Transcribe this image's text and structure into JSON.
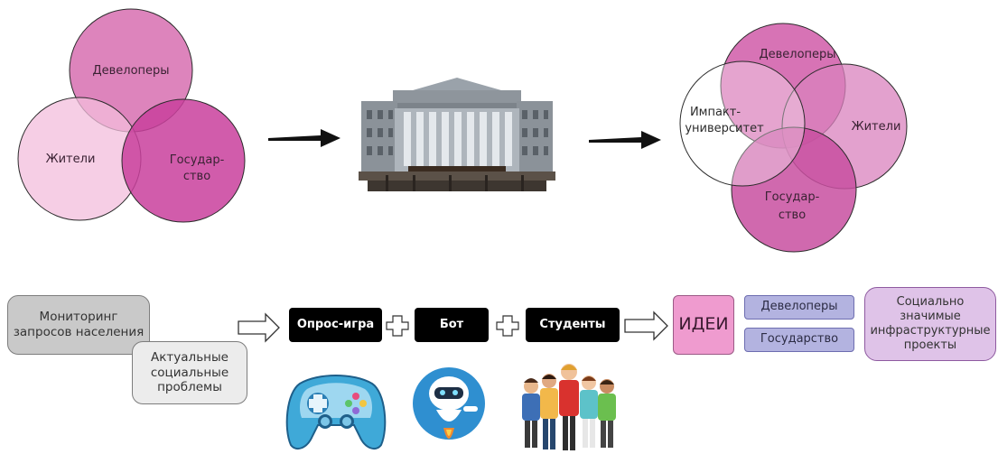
{
  "venn_left": {
    "developers": "Девелоперы",
    "residents": "Жители",
    "state_line1": "Государ-",
    "state_line2": "ство"
  },
  "venn_right": {
    "developers": "Девелоперы",
    "university_line1": "Импакт-",
    "university_line2": "университет",
    "residents": "Жители",
    "state_line1": "Государ-",
    "state_line2": "ство"
  },
  "flow": {
    "monitoring_line1": "Мониторинг",
    "monitoring_line2": "запросов населения",
    "problems_line1": "Актуальные",
    "problems_line2": "социальные",
    "problems_line3": "проблемы",
    "survey_game": "Опрос-игра",
    "bot": "Бот",
    "students": "Студенты",
    "ideas": "ИДЕИ",
    "developers": "Девелоперы",
    "state": "Государство",
    "projects_line1": "Социально",
    "projects_line2": "значимые",
    "projects_line3": "инфраструктурные",
    "projects_line4": "проекты"
  },
  "colors": {
    "pink_light": "#f4c6e1",
    "pink_mid": "#d873b5",
    "pink_dark": "#c93f9c"
  }
}
